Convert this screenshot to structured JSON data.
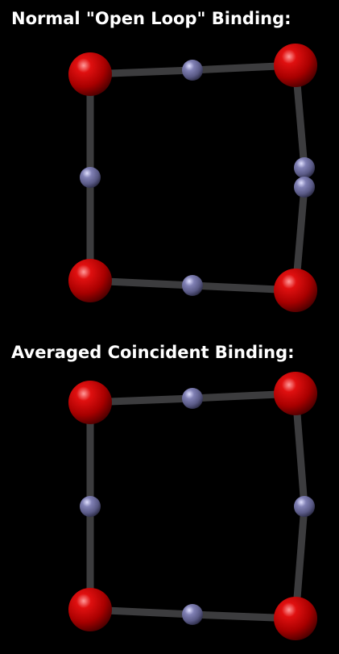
{
  "panels": [
    {
      "heading": "Normal \"Open Loop\" Binding:",
      "atoms": [
        {
          "kind": "red"
        },
        {
          "kind": "red"
        },
        {
          "kind": "red"
        },
        {
          "kind": "red"
        },
        {
          "kind": "blue"
        },
        {
          "kind": "blue"
        },
        {
          "kind": "blue"
        },
        {
          "kind": "blue"
        },
        {
          "kind": "blue"
        }
      ]
    },
    {
      "heading": "Averaged Coincident Binding:",
      "atoms": [
        {
          "kind": "red"
        },
        {
          "kind": "red"
        },
        {
          "kind": "red"
        },
        {
          "kind": "red"
        },
        {
          "kind": "blue"
        },
        {
          "kind": "blue"
        },
        {
          "kind": "blue"
        },
        {
          "kind": "blue"
        }
      ]
    }
  ],
  "colors": {
    "background": "#000000",
    "heading": "#ffffff",
    "bond": "#3c3c3e",
    "red_atom": "#c80000",
    "blue_atom": "#7070a0"
  }
}
